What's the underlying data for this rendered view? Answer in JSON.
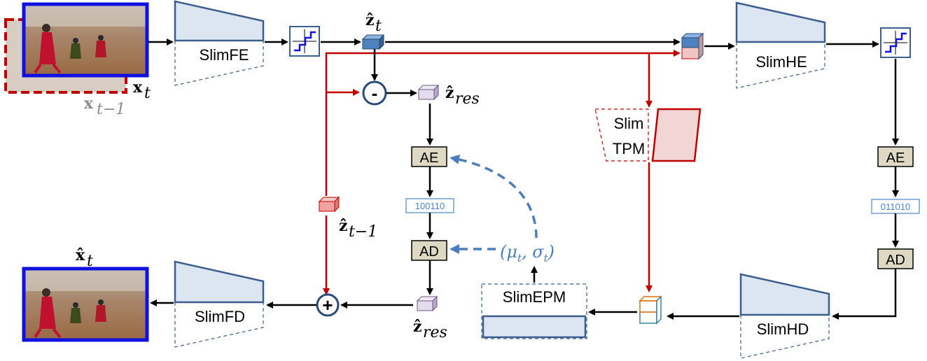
{
  "colors": {
    "arrow": "#000000",
    "red_path": "#c00000",
    "blue_dashed": "#4a7ebb",
    "frame_border": "#1010e0",
    "module_fill": "#dce6f2",
    "module_stroke": "#3b5e8c",
    "coder_fill": "#ddd9c3",
    "bits_color": "#4a86c8",
    "tpm_fill": "#f2d6d6"
  },
  "modules": {
    "feature_extractor": "SlimFE",
    "hyper_encoder": "SlimHE",
    "temporal_prior": [
      "Slim",
      "TPM"
    ],
    "hyper_decoder": "SlimHD",
    "entropy_parameter": "SlimEPM",
    "feature_decoder": "SlimFD"
  },
  "coders": {
    "main_encoder": "AE",
    "main_decoder": "AD",
    "hyper_encoder": "AE",
    "hyper_decoder": "AD"
  },
  "bitstreams": {
    "main": "100110",
    "hyper": "011010"
  },
  "operators": {
    "subtract": "-",
    "add": "+"
  },
  "symbols": {
    "input_frame": {
      "base": "x",
      "sub": "t"
    },
    "prev_frame": {
      "base": "x",
      "sub": "t−1"
    },
    "latent": {
      "base": "ẑ",
      "sub": "t"
    },
    "residual_top": {
      "base": "ẑ",
      "sub": "res"
    },
    "residual_bottom": {
      "base": "ẑ",
      "sub": "res"
    },
    "prev_latent": {
      "base": "ẑ",
      "sub": "t−1"
    },
    "params": "(μ",
    "params_sub1": "t",
    "params_mid": ", σ",
    "params_sub2": "t",
    "params_end": ")",
    "recon_frame": {
      "base": "x̂",
      "sub": "t"
    }
  }
}
